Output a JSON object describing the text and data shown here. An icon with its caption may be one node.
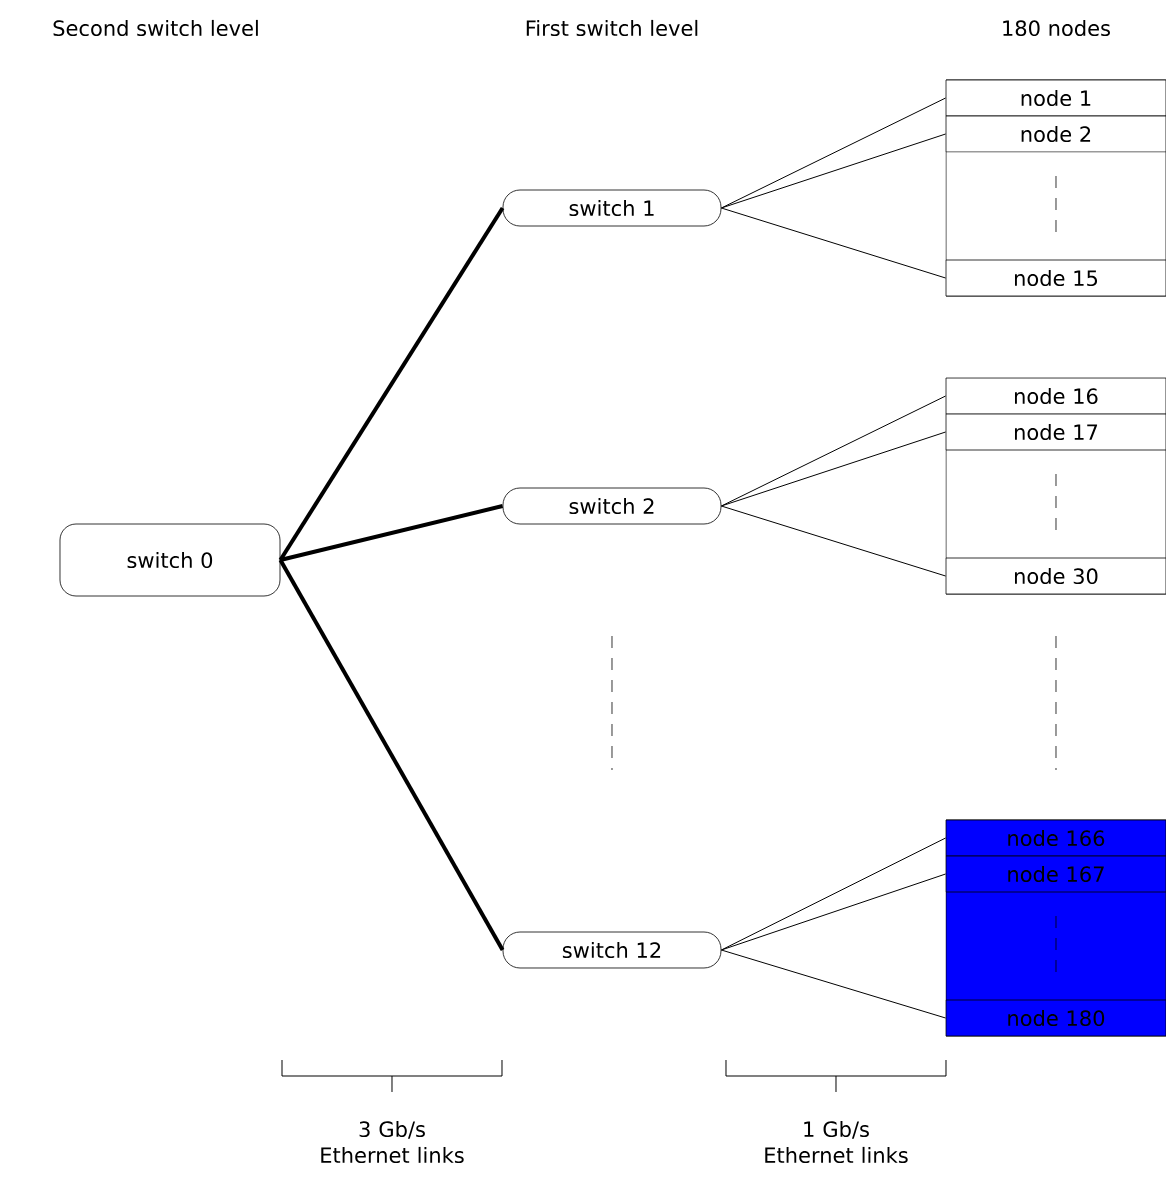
{
  "diagram": {
    "nodes": [
      {
        "text": [
          "switch 0"
        ]
      },
      {
        "text": [
          "switch 1"
        ]
      },
      {
        "text": [],
        "shape": "box"
      },
      {
        "text": [
          "node 1"
        ],
        "in": 2
      },
      {
        "text": [
          "node 2"
        ],
        "in": 2
      },
      {
        "text": [
          "node 15"
        ],
        "in": 2
      },
      {
        "text": [
          "switch 2"
        ]
      },
      {
        "text": [],
        "shape": "box"
      },
      {
        "text": [
          "node 16"
        ],
        "in": 7
      },
      {
        "text": [
          "node 17"
        ],
        "in": 7
      },
      {
        "text": [
          "node 30"
        ],
        "in": 7
      },
      {
        "text": [
          "switch 12"
        ]
      },
      {
        "text": [],
        "shape": "box"
      },
      {
        "text": [
          "node 166"
        ],
        "in": 12
      },
      {
        "text": [
          "node 167"
        ],
        "in": 12
      },
      {
        "text": [
          "node 180"
        ],
        "in": 12
      }
    ],
    "edges": [
      {
        "from": 0,
        "to": 1,
        "arrow": "none",
        "style": "thick"
      },
      {
        "from": 0,
        "to": 6,
        "arrow": "none",
        "style": "thick"
      },
      {
        "from": 0,
        "to": 11,
        "arrow": "none",
        "style": "thick"
      },
      {
        "from": 1,
        "to": 3,
        "arrow": "none"
      },
      {
        "from": 1,
        "to": 4,
        "arrow": "none"
      },
      {
        "from": 1,
        "to": 5,
        "arrow": "none"
      },
      {
        "from": 6,
        "to": 8,
        "arrow": "none"
      },
      {
        "from": 6,
        "to": 9,
        "arrow": "none"
      },
      {
        "from": 6,
        "to": 10,
        "arrow": "none"
      },
      {
        "from": 11,
        "to": 13,
        "arrow": "none"
      },
      {
        "from": 11,
        "to": 14,
        "arrow": "none"
      },
      {
        "from": 11,
        "to": 15,
        "arrow": "none"
      }
    ],
    "labels": [
      "Second switch level",
      "First switch level",
      "180 nodes",
      "3 Gb/s Ethernet links",
      "1 Gb/s Ethernet links"
    ]
  }
}
